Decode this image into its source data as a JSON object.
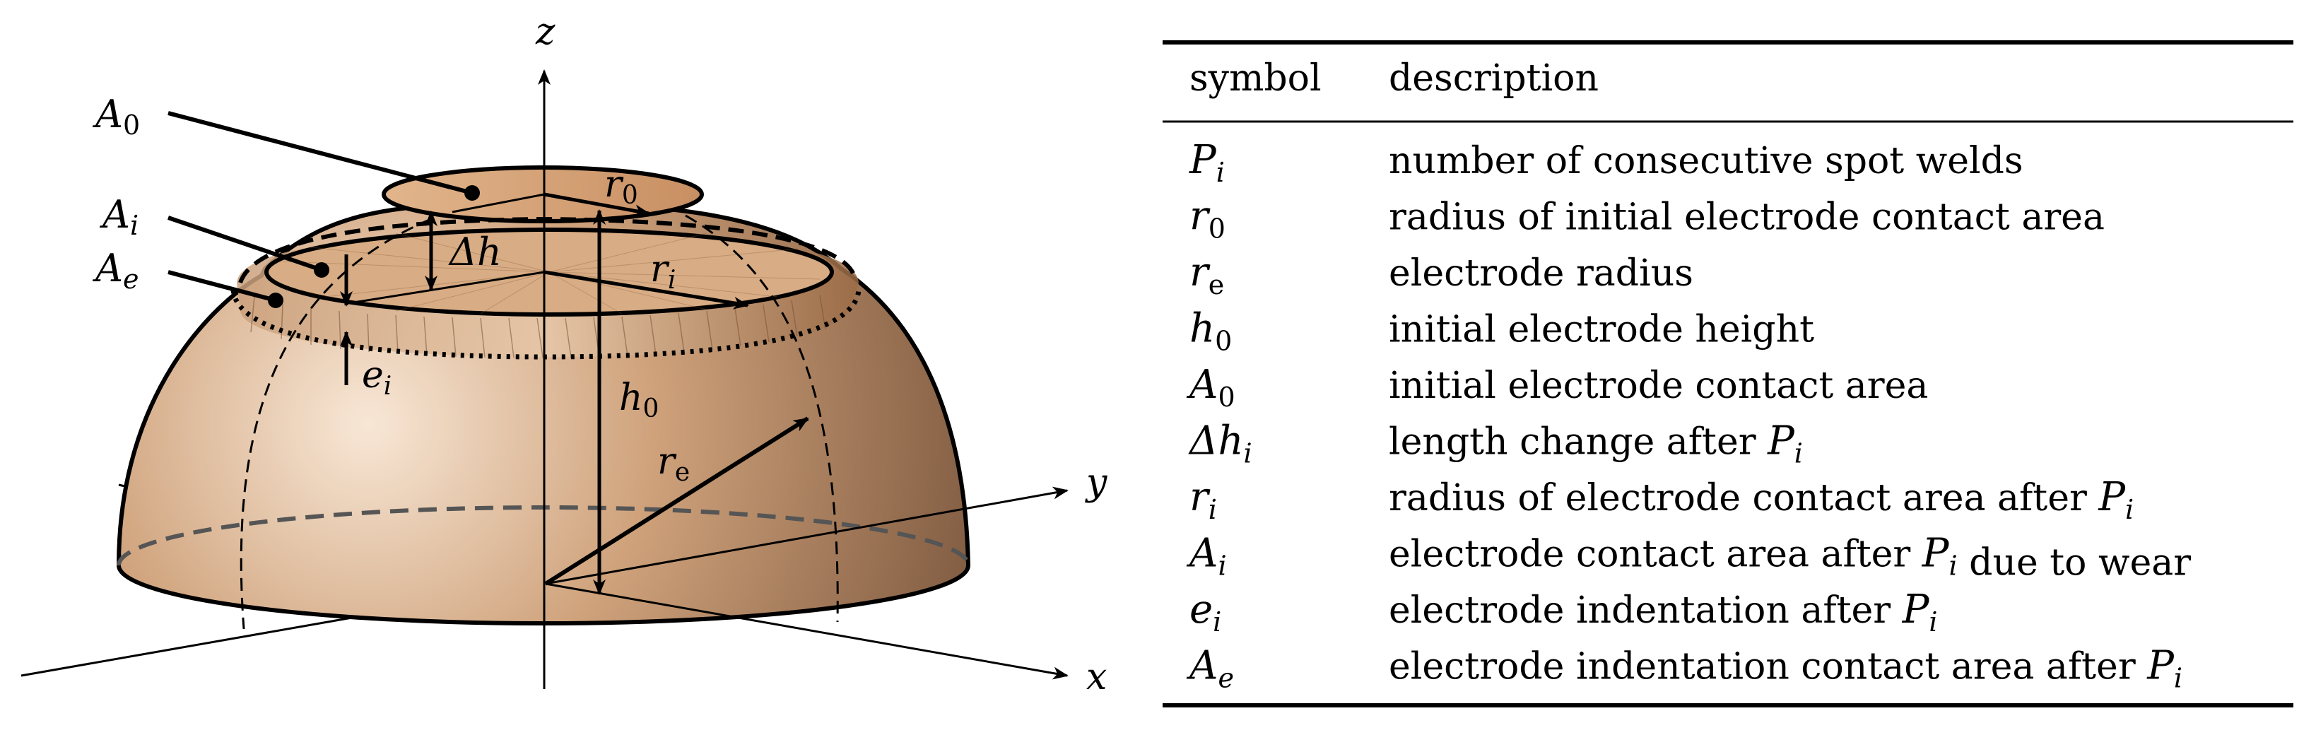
{
  "diagram": {
    "axes": {
      "z": "z",
      "y": "y",
      "x": "x"
    },
    "labels": {
      "A0": {
        "main": "A",
        "sub": "0"
      },
      "Ai": {
        "main": "A",
        "sub": "i"
      },
      "Ae": {
        "main": "A",
        "sub": "e"
      },
      "r0": {
        "main": "r",
        "sub": "0"
      },
      "ri": {
        "main": "r",
        "sub": "i"
      },
      "dh": {
        "main": "Δh",
        "sub": ""
      },
      "ei": {
        "main": "e",
        "sub": "i"
      },
      "h0": {
        "main": "h",
        "sub": "0"
      },
      "re": {
        "main": "r",
        "sub": "e"
      }
    },
    "colors": {
      "body_light": "#f6e2cf",
      "body_mid": "#c79a72",
      "body_dark": "#8a6448",
      "band": "#b0825a",
      "top_face": "#d9a77a"
    }
  },
  "table": {
    "headers": {
      "symbol": "symbol",
      "description": "description"
    },
    "rows": [
      {
        "sym": "P",
        "sub": "i",
        "sub_italic": true,
        "desc": "number of consecutive spot welds"
      },
      {
        "sym": "r",
        "sub": "0",
        "sub_italic": false,
        "desc": "radius of initial electrode contact area"
      },
      {
        "sym": "r",
        "sub": "e",
        "sub_italic": false,
        "desc": "electrode radius"
      },
      {
        "sym": "h",
        "sub": "0",
        "sub_italic": false,
        "desc": "initial electrode height"
      },
      {
        "sym": "A",
        "sub": "0",
        "sub_italic": false,
        "desc": "initial electrode contact area"
      },
      {
        "sym": "Δh",
        "sub": "i",
        "sub_italic": true,
        "desc": "length change after P_i"
      },
      {
        "sym": "r",
        "sub": "i",
        "sub_italic": true,
        "desc": "radius of electrode contact area after P_i"
      },
      {
        "sym": "A",
        "sub": "i",
        "sub_italic": true,
        "desc": "electrode contact area after P_i due to wear"
      },
      {
        "sym": "e",
        "sub": "i",
        "sub_italic": true,
        "desc": "electrode indentation after P_i"
      },
      {
        "sym": "A",
        "sub": "e",
        "sub_italic": true,
        "desc": "electrode indentation contact area after P_i"
      }
    ]
  }
}
